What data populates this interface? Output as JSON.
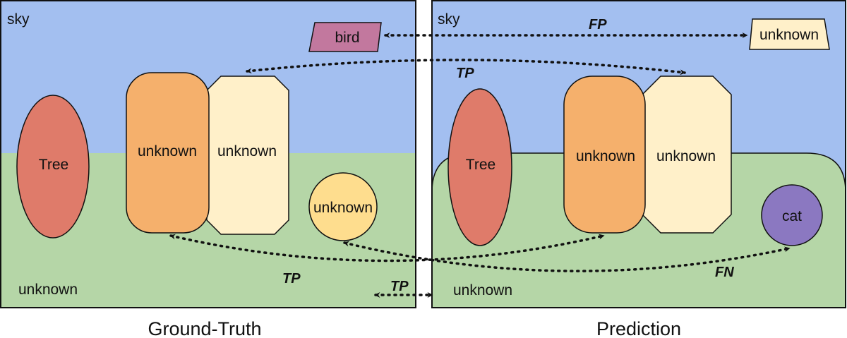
{
  "colors": {
    "sky": "#a3bff0",
    "ground": "#b5d6a7",
    "tree": "#df7b6a",
    "orange_object": "#f5b06c",
    "cream_object": "#fff0c9",
    "circle_object": "#fedd8e",
    "bird": "#c2789e",
    "cat": "#8b78c1"
  },
  "ground_truth": {
    "sky_label": "sky",
    "bird_label": "bird",
    "tree_label": "Tree",
    "orange_label": "unknown",
    "cream_label": "unknown",
    "circle_label": "unknown",
    "ground_label": "unknown",
    "caption": "Ground-Truth"
  },
  "prediction": {
    "sky_label": "sky",
    "unknown_box_label": "unknown",
    "tree_label": "Tree",
    "orange_label": "unknown",
    "cream_label": "unknown",
    "cat_label": "cat",
    "ground_label": "unknown",
    "caption": "Prediction"
  },
  "relations": {
    "bird": "FP",
    "objects_top": "TP",
    "objects_bottom": "TP",
    "circle_cat": "FN",
    "ground": "TP"
  }
}
